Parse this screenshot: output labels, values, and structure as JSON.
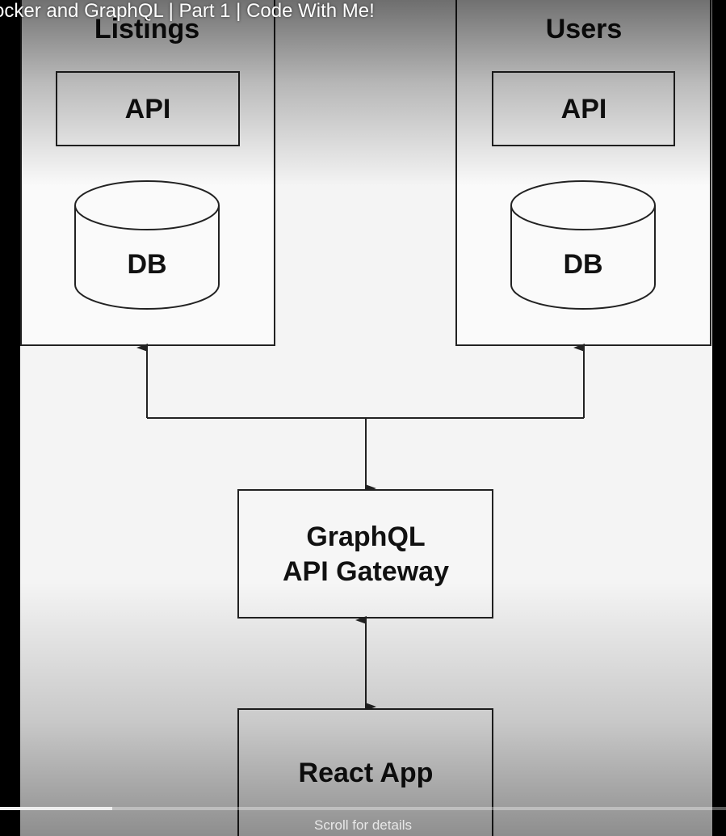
{
  "video": {
    "title": "ocker and GraphQL | Part 1 | Code With Me!",
    "progress": 0.155,
    "scroll_hint": "Scroll for details"
  },
  "diagram": {
    "services": [
      {
        "name": "Listings",
        "api_label": "API",
        "db_label": "DB"
      },
      {
        "name": "Users",
        "api_label": "API",
        "db_label": "DB"
      }
    ],
    "gateway_lines": [
      "GraphQL",
      "API Gateway"
    ],
    "client_label": "React App"
  },
  "colors": {
    "frame_background": "#000000",
    "canvas": "#f4f4f4",
    "stroke": "#222222",
    "text": "#111111"
  }
}
